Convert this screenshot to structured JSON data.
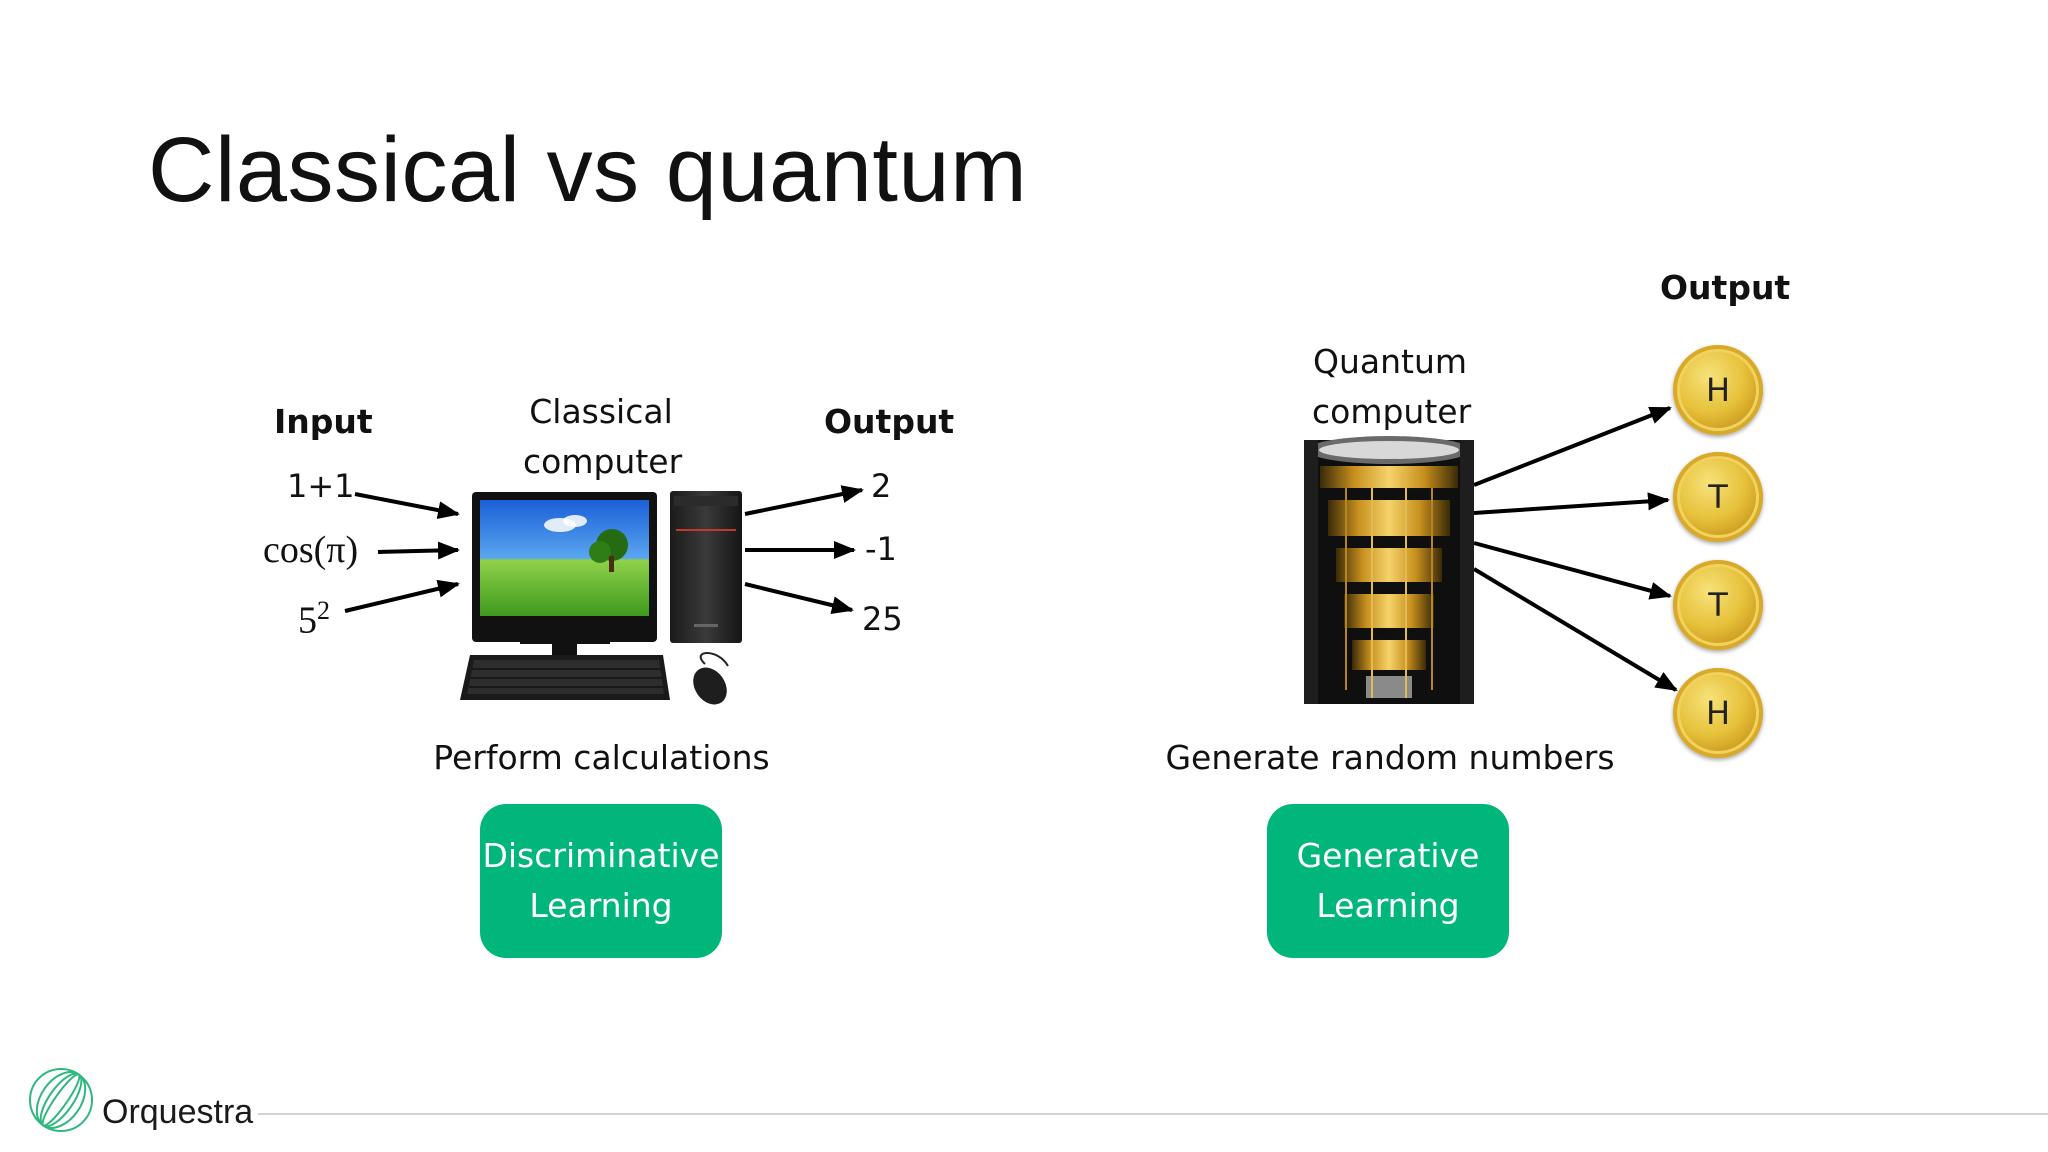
{
  "slide": {
    "title": "Classical vs quantum"
  },
  "classical": {
    "input_header": "Input",
    "computer_label_line1": "Classical",
    "computer_label_line2": "computer",
    "output_header": "Output",
    "inputs": [
      "1+1",
      "cos(π)",
      "5",
      "2"
    ],
    "outputs": [
      "2",
      "-1",
      "25"
    ],
    "caption": "Perform calculations",
    "button_line1": "Discriminative",
    "button_line2": "Learning"
  },
  "quantum": {
    "computer_label_line1": "Quantum",
    "computer_label_line2": "computer",
    "output_header": "Output",
    "coins": [
      "H",
      "T",
      "T",
      "H"
    ],
    "caption": "Generate random numbers",
    "button_line1": "Generative",
    "button_line2": "Learning"
  },
  "footer": {
    "brand": "Orquestra"
  },
  "colors": {
    "accent_green": "#00b67a",
    "coin_gold": "#e6c13a"
  }
}
